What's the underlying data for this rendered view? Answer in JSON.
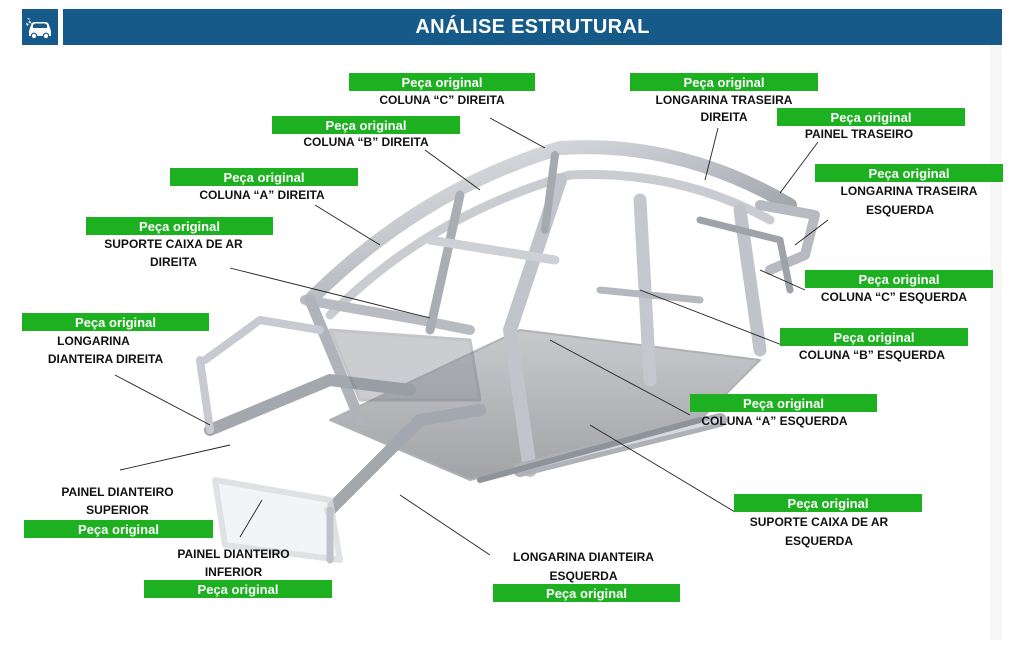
{
  "header": {
    "title": "ANÁLISE ESTRUTURAL",
    "icon": "damaged-car-icon"
  },
  "colors": {
    "header_bg": "#165a8a",
    "tag_bg": "#1db020",
    "tag_text": "#ffffff"
  },
  "callouts": [
    {
      "id": "coluna-c-direita",
      "tag": "Peça original",
      "lines": [
        "COLUNA “C” DIREITA"
      ]
    },
    {
      "id": "longarina-traseira-direita",
      "tag": "Peça original",
      "lines": [
        "LONGARINA TRASEIRA",
        "DIREITA"
      ]
    },
    {
      "id": "coluna-b-direita",
      "tag": "Peça original",
      "lines": [
        "COLUNA “B” DIREITA"
      ]
    },
    {
      "id": "painel-traseiro",
      "tag": "Peça original",
      "lines": [
        "PAINEL TRASEIRO"
      ]
    },
    {
      "id": "coluna-a-direita",
      "tag": "Peça original",
      "lines": [
        "COLUNA “A” DIREITA"
      ]
    },
    {
      "id": "longarina-traseira-esquerda",
      "tag": "Peça original",
      "lines": [
        "LONGARINA TRASEIRA",
        "ESQUERDA"
      ]
    },
    {
      "id": "suporte-caixa-ar-direita",
      "tag": "Peça original",
      "lines": [
        "SUPORTE CAIXA DE AR",
        "DIREITA"
      ]
    },
    {
      "id": "coluna-c-esquerda",
      "tag": "Peça original",
      "lines": [
        "COLUNA “C” ESQUERDA"
      ]
    },
    {
      "id": "longarina-dianteira-direita",
      "tag": "Peça original",
      "lines": [
        "LONGARINA",
        "DIANTEIRA DIREITA"
      ]
    },
    {
      "id": "coluna-b-esquerda",
      "tag": "Peça original",
      "lines": [
        "COLUNA “B” ESQUERDA"
      ]
    },
    {
      "id": "coluna-a-esquerda",
      "tag": "Peça original",
      "lines": [
        "COLUNA “A” ESQUERDA"
      ]
    },
    {
      "id": "suporte-caixa-ar-esquerda",
      "tag": "Peça original",
      "lines": [
        "SUPORTE CAIXA DE AR",
        "ESQUERDA"
      ]
    },
    {
      "id": "painel-dianteiro-superior",
      "tag": "Peça original",
      "lines": [
        "PAINEL DIANTEIRO",
        "SUPERIOR"
      ]
    },
    {
      "id": "painel-dianteiro-inferior",
      "tag": "Peça original",
      "lines": [
        "PAINEL DIANTEIRO",
        "INFERIOR"
      ]
    },
    {
      "id": "longarina-dianteira-esquerda",
      "tag": "Peça original",
      "lines": [
        "LONGARINA DIANTEIRA",
        "ESQUERDA"
      ]
    }
  ]
}
